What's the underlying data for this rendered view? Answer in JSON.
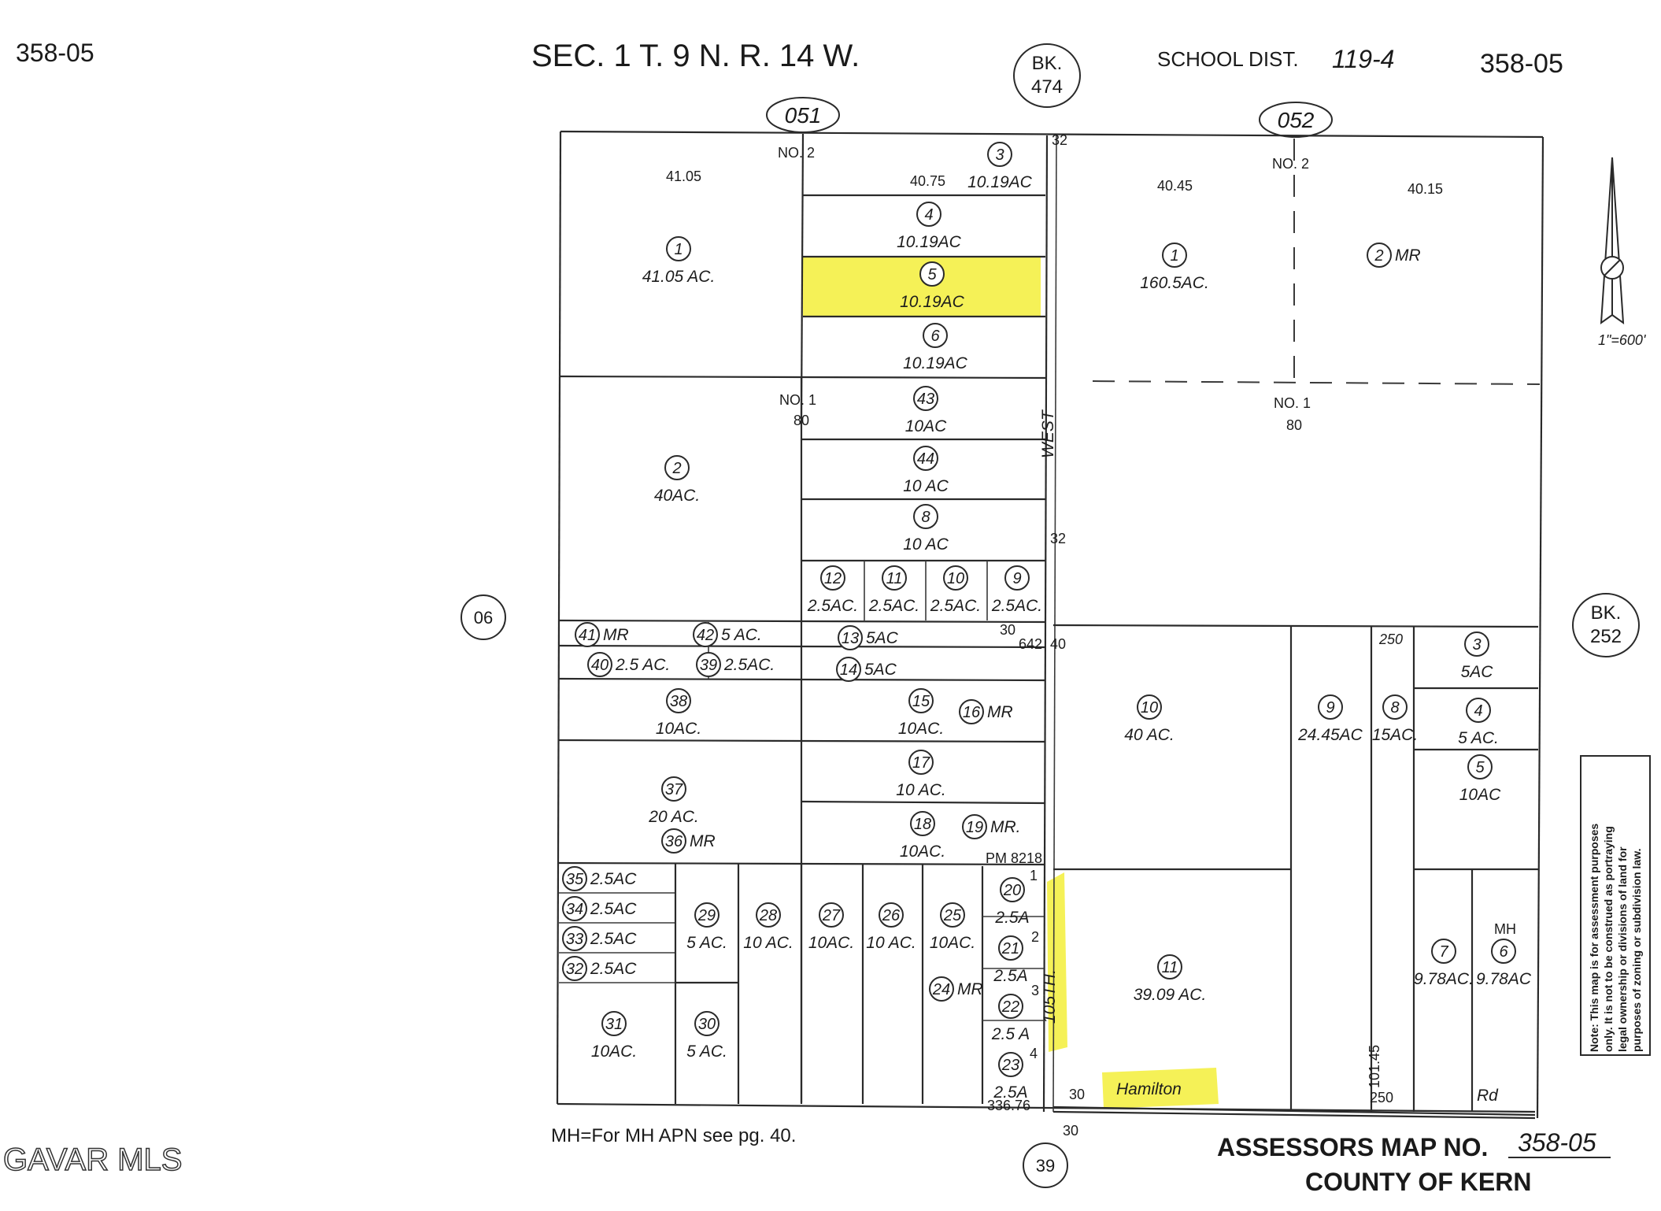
{
  "header": {
    "map_id_left": "358-05",
    "section": "SEC. 1  T. 9  N. R. 14  W.",
    "book_top": "BK.",
    "book_top_num": "474",
    "school": "SCHOOL  DIST.",
    "school_num": "119-4",
    "map_id_right": "358-05"
  },
  "blocks": {
    "left": "051",
    "right": "052"
  },
  "scale": "1\"=600'",
  "side_circles": {
    "left": "06",
    "right_bk": "BK.",
    "right_bk_num": "252",
    "bottom": "39"
  },
  "footer": {
    "mh_note": "MH=For MH APN see pg. 40.",
    "assessor": "ASSESSORS MAP NO.",
    "assessor_num": "358-05",
    "county": "COUNTY OF KERN",
    "watermark": "GAVAR MLS"
  },
  "note": [
    "Note: This map is for assessment purposes",
    "only. It is not to be construed as portraying",
    "legal ownership or divisions of land for",
    "purposes of zoning or subdivision law."
  ],
  "streets": {
    "vertical": "WEST",
    "vertical2": "105TH.",
    "hamilton": "Hamilton",
    "rd": "Rd"
  },
  "dimensions": {
    "d4105": "41.05",
    "d4075": "40.75",
    "d4045": "40.45",
    "d4015": "40.15",
    "no2a": "NO. 2",
    "no2b": "NO. 2",
    "no1a": "NO. 1",
    "no1b": "NO. 1",
    "d80a": "80",
    "d80b": "80",
    "d32a": "32",
    "d32b": "32",
    "d30a": "30",
    "d642": "642",
    "d40": "40",
    "d250a": "250",
    "d250b": "250",
    "pm": "PM 8218",
    "d30b": "30",
    "d30c": "30",
    "d33676": "336.76",
    "d10145": "101.45",
    "mh": "MH",
    "s1": "1",
    "s2": "2",
    "s3": "3",
    "s4": "4"
  },
  "parcels": [
    {
      "n": "1",
      "a": "41.05 AC."
    },
    {
      "n": "3",
      "a": "10.19AC"
    },
    {
      "n": "4",
      "a": "10.19AC"
    },
    {
      "n": "5",
      "a": "10.19AC"
    },
    {
      "n": "6",
      "a": "10.19AC"
    },
    {
      "n": "1",
      "a": "160.5AC."
    },
    {
      "n": "2",
      "a": "MR"
    },
    {
      "n": "2",
      "a": "40AC."
    },
    {
      "n": "43",
      "a": "10AC"
    },
    {
      "n": "44",
      "a": "10 AC"
    },
    {
      "n": "8",
      "a": "10 AC"
    },
    {
      "n": "12",
      "a": "2.5AC."
    },
    {
      "n": "11",
      "a": "2.5AC."
    },
    {
      "n": "10",
      "a": "2.5AC."
    },
    {
      "n": "9",
      "a": "2.5AC."
    },
    {
      "n": "41",
      "a": "MR"
    },
    {
      "n": "42",
      "a": "5 AC."
    },
    {
      "n": "13",
      "a": "5AC"
    },
    {
      "n": "40",
      "a": "2.5 AC."
    },
    {
      "n": "39",
      "a": "2.5AC."
    },
    {
      "n": "14",
      "a": "5AC"
    },
    {
      "n": "38",
      "a": "10AC."
    },
    {
      "n": "15",
      "a": "10AC."
    },
    {
      "n": "16",
      "a": "MR"
    },
    {
      "n": "37",
      "a": "20 AC."
    },
    {
      "n": "36",
      "a": "MR"
    },
    {
      "n": "17",
      "a": "10 AC."
    },
    {
      "n": "18",
      "a": "10AC."
    },
    {
      "n": "19",
      "a": "MR."
    },
    {
      "n": "10",
      "a": "40 AC."
    },
    {
      "n": "9",
      "a": "24.45AC"
    },
    {
      "n": "8",
      "a": "15AC."
    },
    {
      "n": "3",
      "a": "5AC"
    },
    {
      "n": "4",
      "a": "5 AC."
    },
    {
      "n": "5",
      "a": "10AC"
    },
    {
      "n": "35",
      "a": "2.5AC"
    },
    {
      "n": "34",
      "a": "2.5AC"
    },
    {
      "n": "33",
      "a": "2.5AC"
    },
    {
      "n": "32",
      "a": "2.5AC"
    },
    {
      "n": "29",
      "a": "5 AC."
    },
    {
      "n": "28",
      "a": "10 AC."
    },
    {
      "n": "27",
      "a": "10AC."
    },
    {
      "n": "26",
      "a": "10 AC."
    },
    {
      "n": "25",
      "a": "10AC."
    },
    {
      "n": "24",
      "a": "MR"
    },
    {
      "n": "20",
      "a": "2.5A"
    },
    {
      "n": "21",
      "a": "2.5A"
    },
    {
      "n": "22",
      "a": "2.5 A"
    },
    {
      "n": "23",
      "a": "2.5A"
    },
    {
      "n": "31",
      "a": "10AC."
    },
    {
      "n": "30",
      "a": "5 AC."
    },
    {
      "n": "11",
      "a": "39.09 AC."
    },
    {
      "n": "7",
      "a": "9.78AC."
    },
    {
      "n": "6",
      "a": "9.78AC"
    }
  ]
}
